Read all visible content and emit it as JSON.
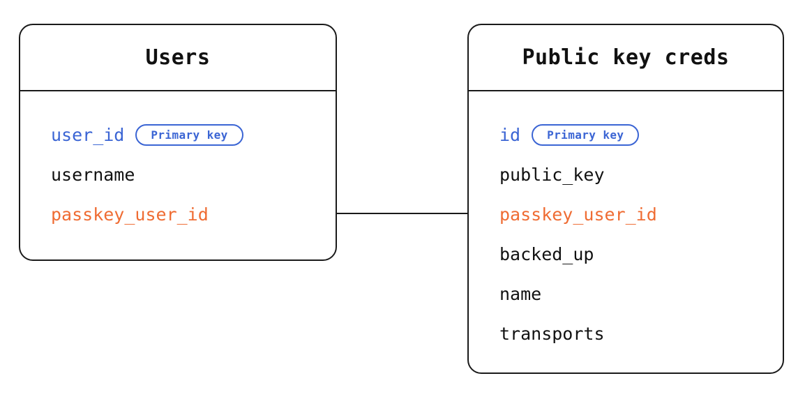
{
  "diagram": {
    "type": "entity-relationship-diagram",
    "background_color": "#ffffff",
    "colors": {
      "border": "#1a1a1a",
      "text": "#111111",
      "primary_key": "#3b65d4",
      "foreign_key": "#ef6c33"
    },
    "entities": [
      {
        "id": "users",
        "title": "Users",
        "fields": [
          {
            "name": "user_id",
            "role": "primary_key",
            "badge": "Primary key"
          },
          {
            "name": "username",
            "role": "plain",
            "badge": null
          },
          {
            "name": "passkey_user_id",
            "role": "foreign_key",
            "badge": null
          }
        ]
      },
      {
        "id": "public_key_creds",
        "title": "Public key creds",
        "fields": [
          {
            "name": "id",
            "role": "primary_key",
            "badge": "Primary key"
          },
          {
            "name": "public_key",
            "role": "plain",
            "badge": null
          },
          {
            "name": "passkey_user_id",
            "role": "foreign_key",
            "badge": null
          },
          {
            "name": "backed_up",
            "role": "plain",
            "badge": null
          },
          {
            "name": "name",
            "role": "plain",
            "badge": null
          },
          {
            "name": "transports",
            "role": "plain",
            "badge": null
          }
        ]
      }
    ],
    "relationships": [
      {
        "id": "users-to-creds",
        "from": "users.passkey_user_id",
        "to": "public_key_creds.passkey_user_id",
        "style": "straight-line"
      }
    ]
  }
}
